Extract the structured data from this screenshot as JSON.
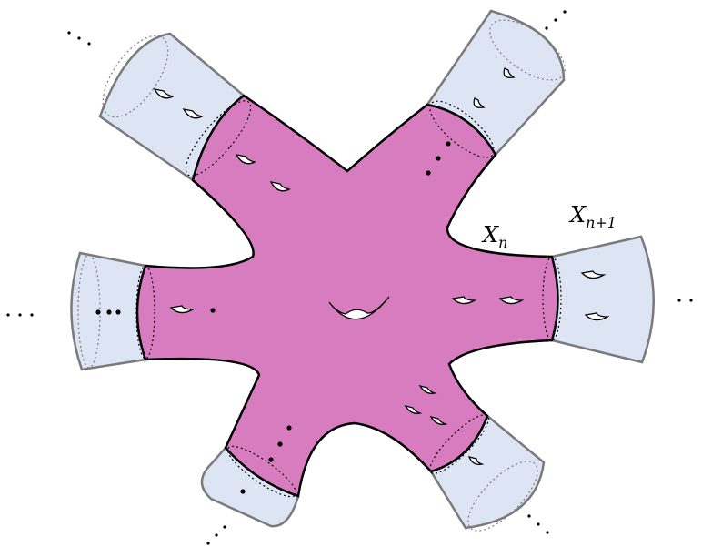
{
  "labels": {
    "xn_base": "X",
    "xn_sub": "n",
    "xn1_base": "X",
    "xn1_sub": "n+1"
  },
  "colors": {
    "core_fill": "#d77dbf",
    "tube_fill": "#dde5f5",
    "outline": "#000000",
    "tube_outline": "#7a7a7a"
  },
  "arms": [
    "upper-left",
    "upper-right",
    "right",
    "lower-right",
    "lower-left",
    "left"
  ]
}
